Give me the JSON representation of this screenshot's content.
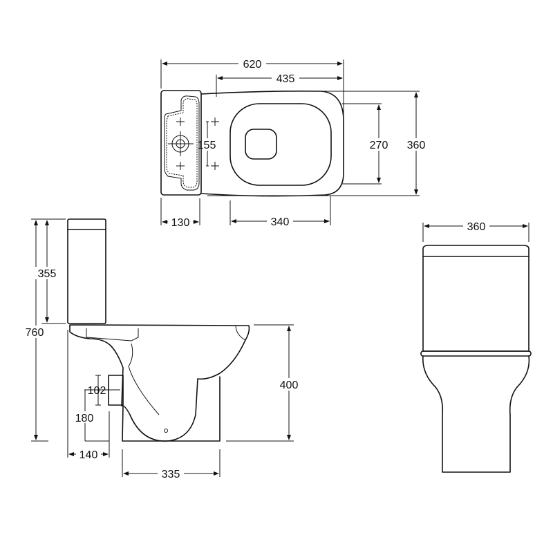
{
  "title": "Close coupled toilet technical drawing",
  "top_view": {
    "dimensions": {
      "overall_length": "620",
      "bowl_length": "435",
      "overall_width": "360",
      "seat_width": "270",
      "fixing_spacing": "155",
      "cistern_depth": "130",
      "pan_base": "340"
    }
  },
  "side_view": {
    "dimensions": {
      "overall_height": "760",
      "cistern_height": "355",
      "pan_height": "400",
      "outlet_diameter": "102",
      "outlet_height": "180",
      "outlet_setback": "140",
      "base_length": "335"
    }
  },
  "front_view": {
    "dimensions": {
      "overall_width": "360"
    }
  },
  "colors": {
    "line": "#111111",
    "background": "#ffffff"
  }
}
